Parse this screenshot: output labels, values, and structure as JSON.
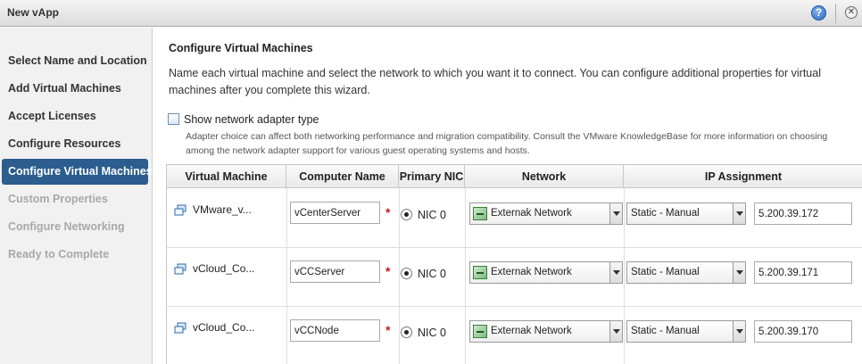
{
  "window": {
    "title": "New vApp"
  },
  "sidebar": {
    "steps": [
      {
        "label": "Select Name and Location"
      },
      {
        "label": "Add Virtual Machines"
      },
      {
        "label": "Accept Licenses"
      },
      {
        "label": "Configure Resources"
      },
      {
        "label": "Configure Virtual Machines"
      },
      {
        "label": "Custom Properties"
      },
      {
        "label": "Configure Networking"
      },
      {
        "label": "Ready to Complete"
      }
    ]
  },
  "main": {
    "title": "Configure Virtual Machines",
    "description": "Name each virtual machine and select the network to which you want it to connect. You can configure additional properties for virtual machines after you complete this wizard.",
    "show_adapter_label": "Show network adapter type",
    "hint": "Adapter choice can affect both networking performance and migration compatibility. Consult the VMware KnowledgeBase for more information on choosing among the network adapter support for various guest operating systems and hosts."
  },
  "grid": {
    "columns": [
      "Virtual Machine",
      "Computer Name",
      "Primary NIC",
      "Network",
      "IP Assignment"
    ],
    "rows": [
      {
        "vm": "VMware_v...",
        "computer_name": "vCenterServer",
        "nic": "NIC 0",
        "network": "Externak Network",
        "ip_mode": "Static - Manual",
        "ip": "5.200.39.172"
      },
      {
        "vm": "vCloud_Co...",
        "computer_name": "vCCServer",
        "nic": "NIC 0",
        "network": "Externak Network",
        "ip_mode": "Static - Manual",
        "ip": "5.200.39.171"
      },
      {
        "vm": "vCloud_Co...",
        "computer_name": "vCCNode",
        "nic": "NIC 0",
        "network": "Externak Network",
        "ip_mode": "Static - Manual",
        "ip": "5.200.39.170"
      }
    ]
  },
  "colors": {
    "active_step": "#2b5d8e",
    "required": "#c81a1a"
  }
}
